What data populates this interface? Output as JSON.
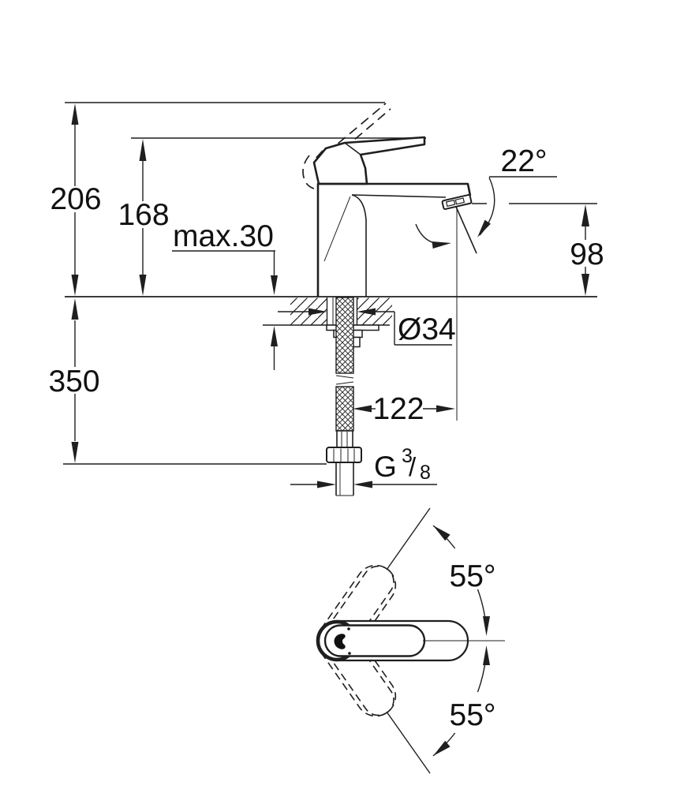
{
  "drawing_labels": {
    "side": {
      "overall_height": "206",
      "lever_height": "168",
      "deck_thickness": "max.30",
      "spout_angle": "22°",
      "outlet_height": "98",
      "hole_diameter": "Ø34",
      "hose_drop": "350",
      "spout_reach": "122",
      "thread_prefix": "G",
      "thread_numerator": "3",
      "thread_slash": "/",
      "thread_denominator": "8"
    },
    "top": {
      "swing_upper": "55°",
      "swing_lower": "55°"
    }
  },
  "colors": {
    "line": "#1f1f1f",
    "background": "#ffffff"
  }
}
